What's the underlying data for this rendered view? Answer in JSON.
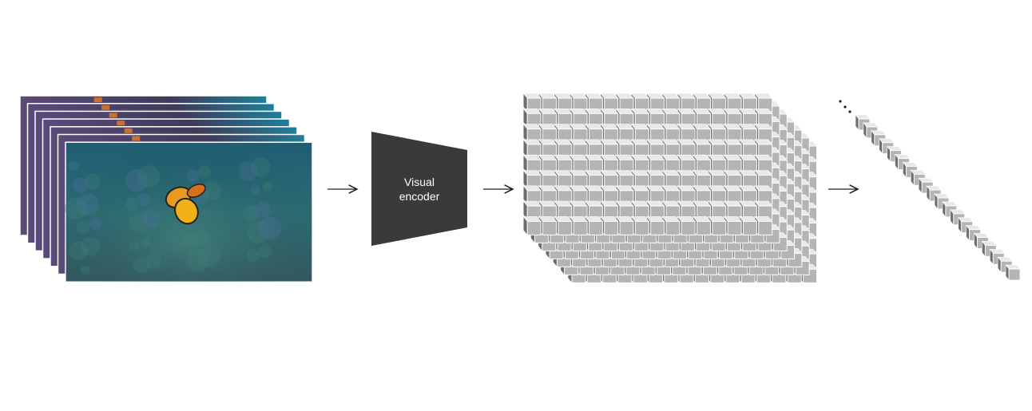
{
  "diagram": {
    "encoder_label_line1": "Visual",
    "encoder_label_line2": "encoder",
    "frame_count": 7,
    "grid": {
      "columns": 16,
      "rows": 9,
      "depth": 7
    },
    "sequence_length": 20,
    "colors": {
      "encoder": "#3a3a3a",
      "cube_front": "#b4b4b4",
      "cube_top": "#e8e8e8",
      "cube_side": "#6e6e6e",
      "arrow": "#222222"
    }
  }
}
